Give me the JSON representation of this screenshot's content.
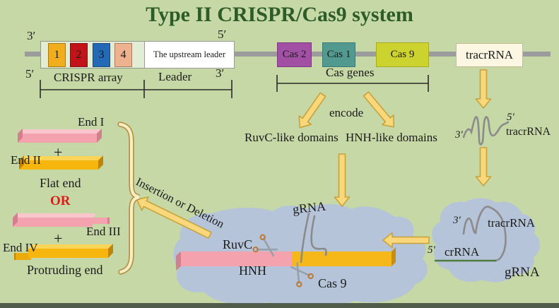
{
  "title": "Type II CRISPR/Cas9 system",
  "colors": {
    "background": "#c6d8a5",
    "title_green": "#2d5c28",
    "arrow_fill": "#f9d77b",
    "arrow_stroke": "#c8a23b",
    "blob_blue": "#b4c0e0",
    "pink_bar": "#f3a2ae",
    "orange_bar": "#f6b60e",
    "crrna_green": "#4d7c3b",
    "rna_gray": "#8b8b8b",
    "or_red": "#d51f1f"
  },
  "locus": {
    "top_left_prime": "3′",
    "top_right_prime": "5′",
    "bottom_left_prime": "5′",
    "bottom_right_prime": "3′",
    "repeats": [
      "1",
      "2",
      "3",
      "4"
    ],
    "leader_box": "The upstream leader",
    "crispr_array_label": "CRISPR array",
    "leader_label": "Leader",
    "cas_genes": [
      "Cas 2",
      "Cas 1",
      "Cas 9"
    ],
    "cas_genes_label": "Cas genes",
    "tracrrna_box": "tracrRNA"
  },
  "encode": {
    "label": "encode",
    "ruvc_domains": "RuvC-like domains",
    "hnh_domains": "HNH-like domains"
  },
  "tracr_hairpin": {
    "three_prime": "3′",
    "five_prime": "5′",
    "label": "tracrRNA"
  },
  "grna": {
    "three_prime": "3′",
    "five_prime": "5′",
    "tracrrna_label": "tracrRNA",
    "crrna_label": "crRNA",
    "label": "gRNA"
  },
  "complex": {
    "grna_label": "gRNA",
    "ruvc_label": "RuvC",
    "hnh_label": "HNH",
    "cas9_label": "Cas 9"
  },
  "outcomes": {
    "indel_label": "Insertion or Deletion",
    "end_i": "End I",
    "end_ii": "End II",
    "end_iii": "End III",
    "end_iv": "End IV",
    "plus_1": "+",
    "plus_2": "+",
    "flat_end": "Flat end",
    "or_label": "OR",
    "protruding_end": "Protruding end"
  }
}
